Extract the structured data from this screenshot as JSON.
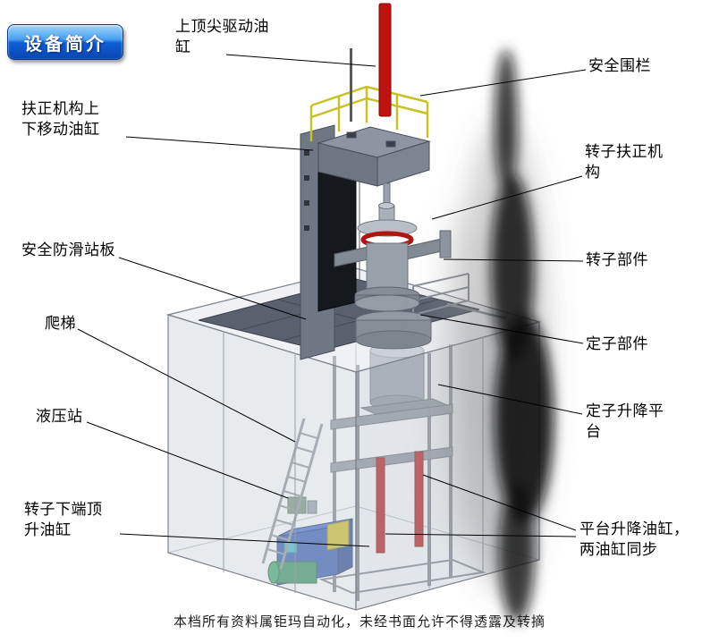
{
  "badge": {
    "label": "设备简介"
  },
  "callouts": [
    {
      "id": "top-spindle-drive-cylinder",
      "text": "上顶尖驱动油\n缸"
    },
    {
      "id": "safety-fence",
      "text": "安全围栏"
    },
    {
      "id": "centering-mechanism-lift-cylinder",
      "text": "扶正机构上\n下移动油缸"
    },
    {
      "id": "rotor-centering-mechanism",
      "text": "转子扶正机\n构"
    },
    {
      "id": "anti-slip-standing-plate",
      "text": "安全防滑站板"
    },
    {
      "id": "rotor-part",
      "text": "转子部件"
    },
    {
      "id": "ladder",
      "text": "爬梯"
    },
    {
      "id": "stator-part",
      "text": "定子部件"
    },
    {
      "id": "hydraulic-station",
      "text": "液压站"
    },
    {
      "id": "stator-lift-platform",
      "text": "定子升降平\n台"
    },
    {
      "id": "rotor-bottom-jack-cylinder",
      "text": "转子下端顶\n升油缸"
    },
    {
      "id": "platform-lift-cylinders",
      "text": "平台升降油缸，\n两油缸同步"
    }
  ],
  "footer": {
    "text": "本档所有资料属钜玛自动化，未经书面允许不得透露及转摘"
  },
  "colors": {
    "badge_blue": "#0e5fd8",
    "cylinder_red": "#bd130f",
    "railing_yellow": "#c6c223",
    "hydraulic_blue": "#2a52b0",
    "structure_gray": "#98a0a9",
    "plate_dark_gray": "#59616e"
  }
}
